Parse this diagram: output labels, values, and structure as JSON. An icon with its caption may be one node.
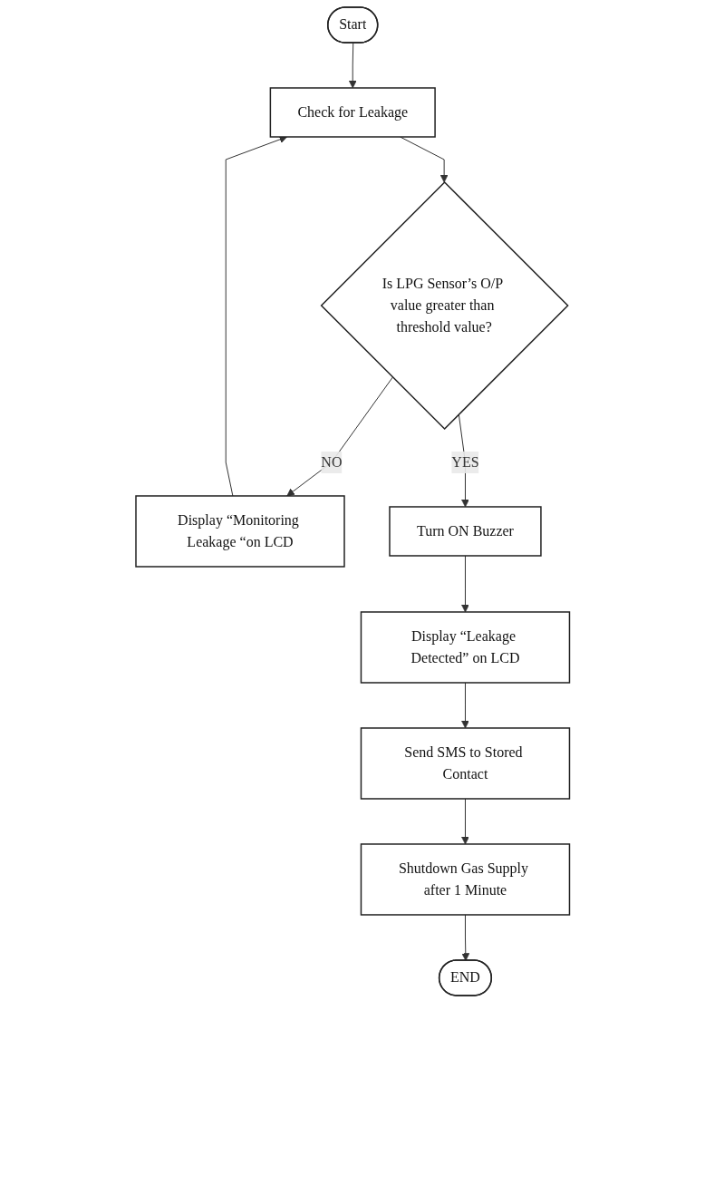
{
  "diagram": {
    "nodes": [
      {
        "text": [
          "Start"
        ]
      },
      {
        "text": [
          "Check for Leakage"
        ]
      },
      {
        "text": [
          "Is LPG Sensor’s O/P value greater than threshold value?"
        ]
      },
      {
        "text": [
          "Display “Monitoring Leakage “on LCD"
        ]
      },
      {
        "text": [
          "Turn ON Buzzer"
        ]
      },
      {
        "text": [
          "Display “Leakage Detected” on LCD"
        ]
      },
      {
        "text": [
          "Send SMS to Stored Contact"
        ]
      },
      {
        "text": [
          "Shutdown Gas Supply after 1 Minute"
        ]
      },
      {
        "text": [
          "END"
        ]
      }
    ],
    "edges": [
      {
        "from": 0,
        "to": 1,
        "arrow": "to"
      },
      {
        "from": 1,
        "to": 2,
        "arrow": "to"
      },
      {
        "from": 2,
        "to": 3,
        "label": "NO",
        "arrow": "to"
      },
      {
        "from": 2,
        "to": 4,
        "label": "YES",
        "arrow": "to"
      },
      {
        "from": 4,
        "to": 5,
        "arrow": "to"
      },
      {
        "from": 5,
        "to": 6,
        "arrow": "to"
      },
      {
        "from": 6,
        "to": 7,
        "arrow": "to"
      },
      {
        "from": 7,
        "to": 8,
        "arrow": "to"
      },
      {
        "from": 3,
        "to": 1,
        "arrow": "to"
      }
    ]
  }
}
